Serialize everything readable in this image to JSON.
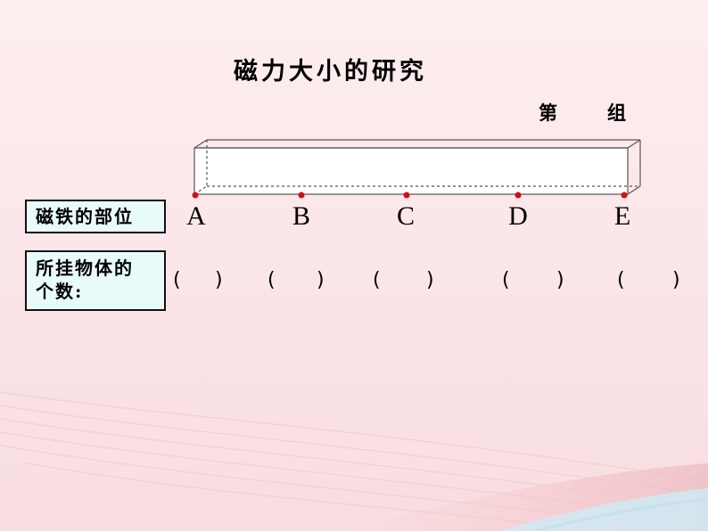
{
  "slide": {
    "title": "磁力大小的研究",
    "group_left": "第",
    "group_right": "组",
    "position_label": "磁铁的部位",
    "count_label_line1": "所挂物体的",
    "count_label_line2": "个数:"
  },
  "points": [
    "A",
    "B",
    "C",
    "D",
    "E"
  ],
  "answer_blanks": [
    {
      "open": "(",
      "close": ")"
    },
    {
      "open": "(",
      "close": ")"
    },
    {
      "open": "(",
      "close": ")"
    },
    {
      "open": "(",
      "close": ")"
    },
    {
      "open": "(",
      "close": ")"
    }
  ],
  "colors": {
    "background_top": "#fdeef0",
    "background_bottom": "#f9dfe2",
    "wave_blue": "#cfeaf4",
    "dot_red": "#d40f0f",
    "box_fill": "#e9fafb"
  }
}
